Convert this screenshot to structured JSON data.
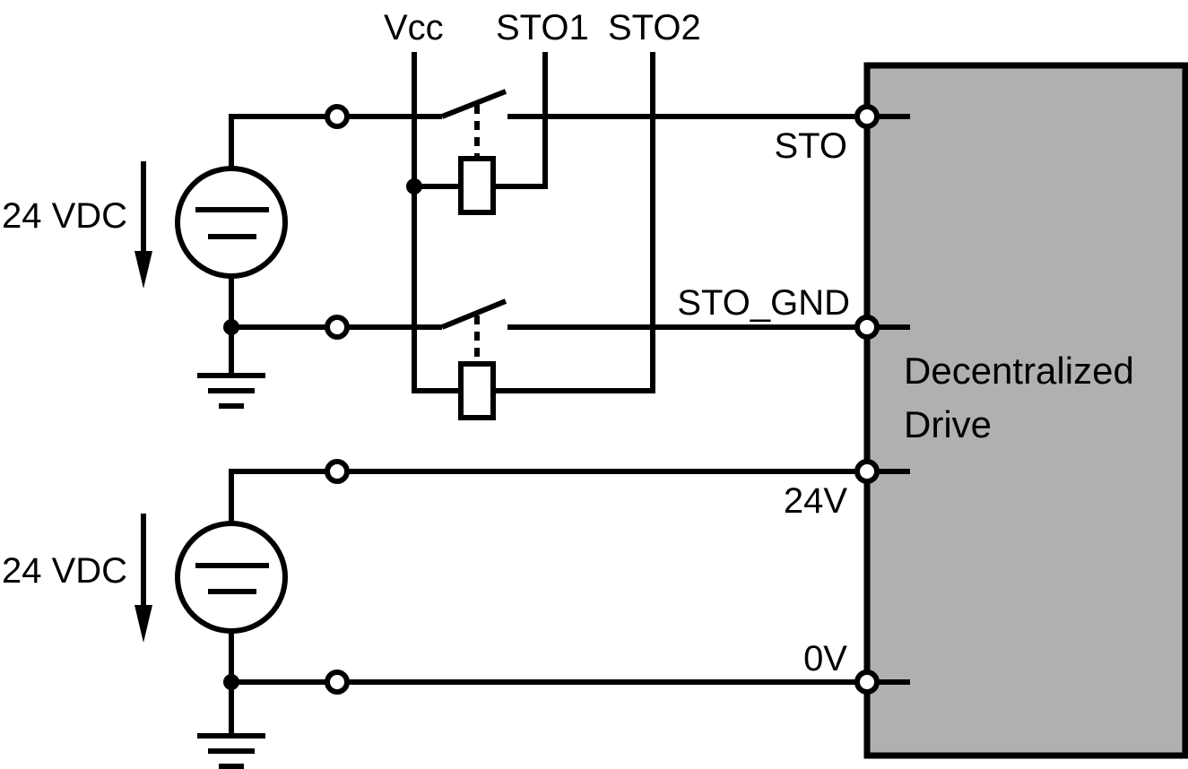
{
  "labels": {
    "vcc": "Vcc",
    "sto1": "STO1",
    "sto2": "STO2",
    "source_top": "24 VDC",
    "source_bottom": "24 VDC"
  },
  "drive": {
    "name_line1": "Decentralized",
    "name_line2": "Drive",
    "fill_color": "#b0b0b0",
    "terminals": {
      "sto": "STO",
      "sto_gnd": "STO_GND",
      "v24": "24V",
      "v0": "0V"
    }
  },
  "colors": {
    "wire": "#000000",
    "background": "#ffffff"
  }
}
